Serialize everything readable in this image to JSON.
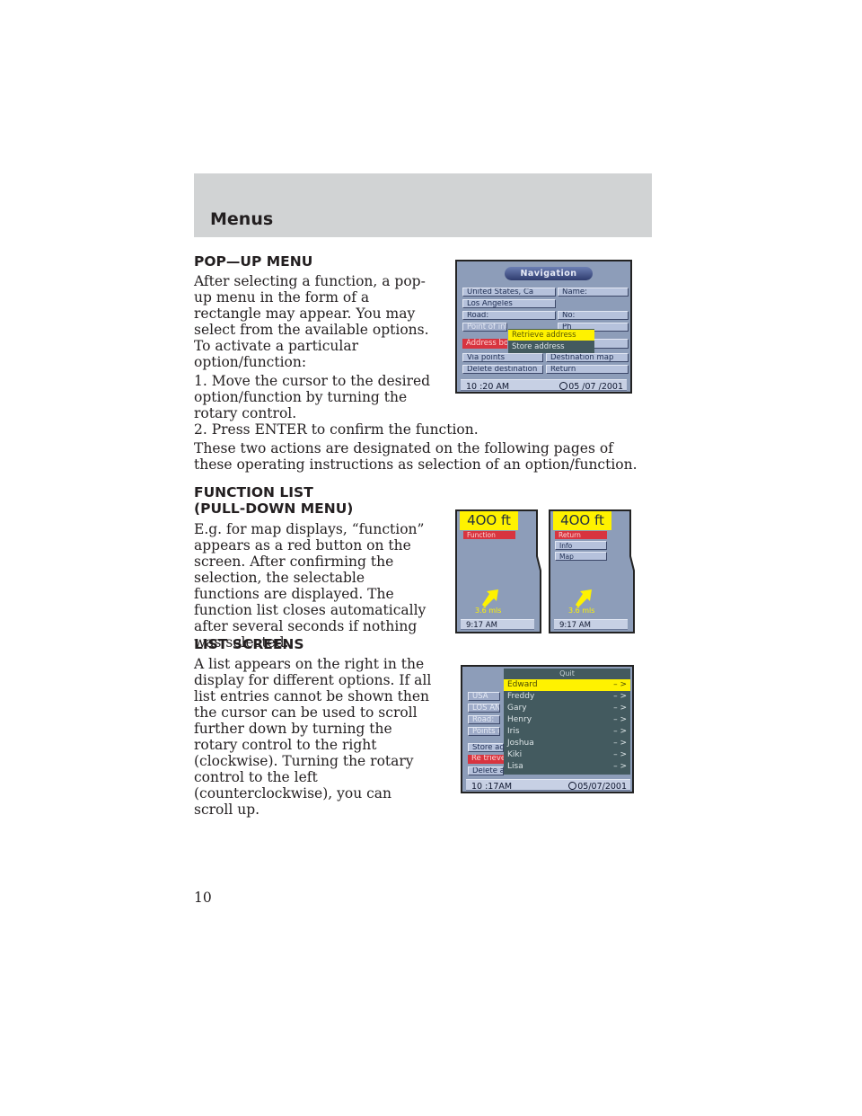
{
  "header": {
    "title": "Menus"
  },
  "sections": {
    "popup": {
      "heading": "POP—UP MENU",
      "p1": "After selecting a function, a pop-up menu in the form of a rectangle may appear. You may select from the available options.",
      "p2": "To activate a particular option/function:",
      "step1": "1. Move the cursor to the desired option/function by turning the rotary control.",
      "step2": "2. Press ENTER to confirm the function.",
      "p3": "These two actions are designated on the following pages of these operating instructions as selection of an option/function."
    },
    "function_list": {
      "heading_line1": "FUNCTION LIST",
      "heading_line2": "(PULL-DOWN MENU)",
      "p1": "E.g. for map displays, “function” appears as a red button on the screen. After confirming the selection, the selectable functions are displayed. The function list closes automatically after several seconds if nothing was selected."
    },
    "list_screens": {
      "heading": "LIST SCREENS",
      "p1": "A list appears on the right in the display for different options. If all list entries cannot be shown then the cursor can be used to scroll further down by turning the rotary control to the right (clockwise). Turning the rotary control to the left (counterclockwise), you can scroll up."
    }
  },
  "nav_screen": {
    "title": "Navigation",
    "country": "United  States, Ca",
    "name_label": "Name:",
    "city": "Los  Angeles",
    "road_label": "Road:",
    "no_label": "No:",
    "poi": "Point of int",
    "ph": "Ph",
    "address_book": "Address bo",
    "popup_items": [
      "Retrieve address",
      "Store address"
    ],
    "via_points": "Via points",
    "destination_map": "Destination map",
    "delete_destination": "Delete destination",
    "return": "Return",
    "time": "10 :20  AM",
    "date": "05 /07 /2001"
  },
  "map_screen_left": {
    "distance": "4OO ft",
    "button": "Function",
    "miles": "3.6 mls",
    "time": "9:17 AM"
  },
  "map_screen_right": {
    "distance": "4OO ft",
    "menu": [
      "Return",
      "Info",
      "Map"
    ],
    "miles": "3.6 mls",
    "time": "9:17 AM"
  },
  "list_screen": {
    "quit": "Quit",
    "left_fields": [
      "USA",
      "LOS ANGI",
      "Road:",
      "Points of",
      "Store ad",
      "Re trieve",
      "Delete a"
    ],
    "names": [
      "Edward",
      "Freddy",
      "Gary",
      "Henry",
      "Iris",
      "Joshua",
      "Kiki",
      "Lisa"
    ],
    "arrow": "– >",
    "time": "10 :17AM",
    "date": "05/07/2001"
  },
  "page_number": "10",
  "colors": {
    "header_band": "#d1d3d4",
    "screen_bg": "#8d9db9",
    "highlight": "#fff200",
    "red_button": "#d8343f",
    "list_bg": "#435a5f"
  }
}
